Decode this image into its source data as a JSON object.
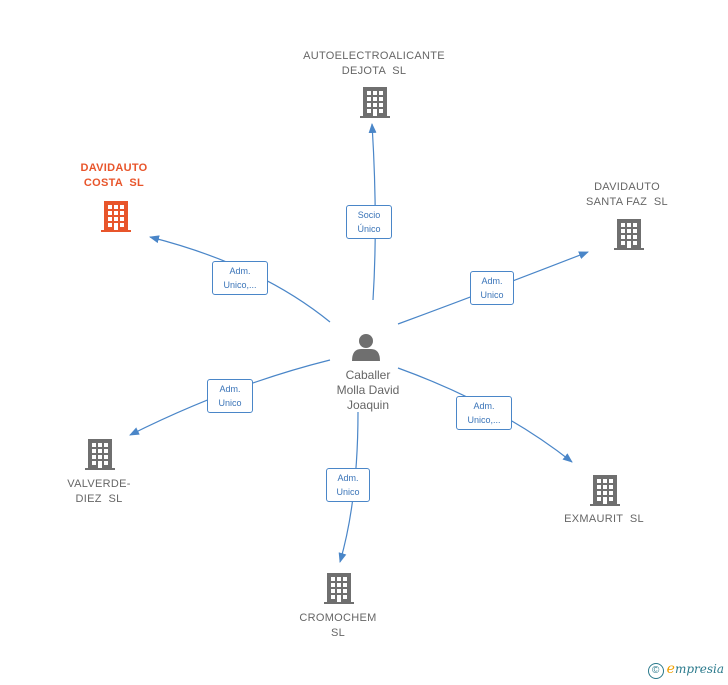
{
  "center": {
    "name_lines": [
      "Caballer",
      "Molla David",
      "Joaquin"
    ],
    "icon": "person-icon"
  },
  "companies": [
    {
      "id": "autoelectroalicante",
      "lines": [
        "AUTOELECTROALICANTE",
        "DEJOTA  SL"
      ],
      "highlight": false,
      "icon": "building-icon"
    },
    {
      "id": "davidauto-costa",
      "lines": [
        "DAVIDAUTO",
        "COSTA  SL"
      ],
      "highlight": true,
      "icon": "building-icon"
    },
    {
      "id": "davidauto-santa-faz",
      "lines": [
        "DAVIDAUTO",
        "SANTA FAZ  SL"
      ],
      "highlight": false,
      "icon": "building-icon"
    },
    {
      "id": "valverde-diez",
      "lines": [
        "VALVERDE-",
        "DIEZ  SL"
      ],
      "highlight": false,
      "icon": "building-icon"
    },
    {
      "id": "exmaurit",
      "lines": [
        "EXMAURIT  SL"
      ],
      "highlight": false,
      "icon": "building-icon"
    },
    {
      "id": "cromochem",
      "lines": [
        "CROMOCHEM",
        "SL"
      ],
      "highlight": false,
      "icon": "building-icon"
    }
  ],
  "relations": [
    {
      "to": "autoelectroalicante",
      "lines": [
        "Socio",
        "Único"
      ]
    },
    {
      "to": "davidauto-costa",
      "lines": [
        "Adm.",
        "Unico,..."
      ]
    },
    {
      "to": "davidauto-santa-faz",
      "lines": [
        "Adm.",
        "Unico"
      ]
    },
    {
      "to": "valverde-diez",
      "lines": [
        "Adm.",
        "Unico"
      ]
    },
    {
      "to": "exmaurit",
      "lines": [
        "Adm.",
        "Unico,..."
      ]
    },
    {
      "to": "cromochem",
      "lines": [
        "Adm.",
        "Unico"
      ]
    }
  ],
  "colors": {
    "edge": "#4a86c8",
    "icon": "#6f6f6f",
    "highlight": "#e8552b",
    "text": "#666666"
  },
  "brand": {
    "symbol": "©",
    "initial": "e",
    "rest": "mpresia"
  }
}
